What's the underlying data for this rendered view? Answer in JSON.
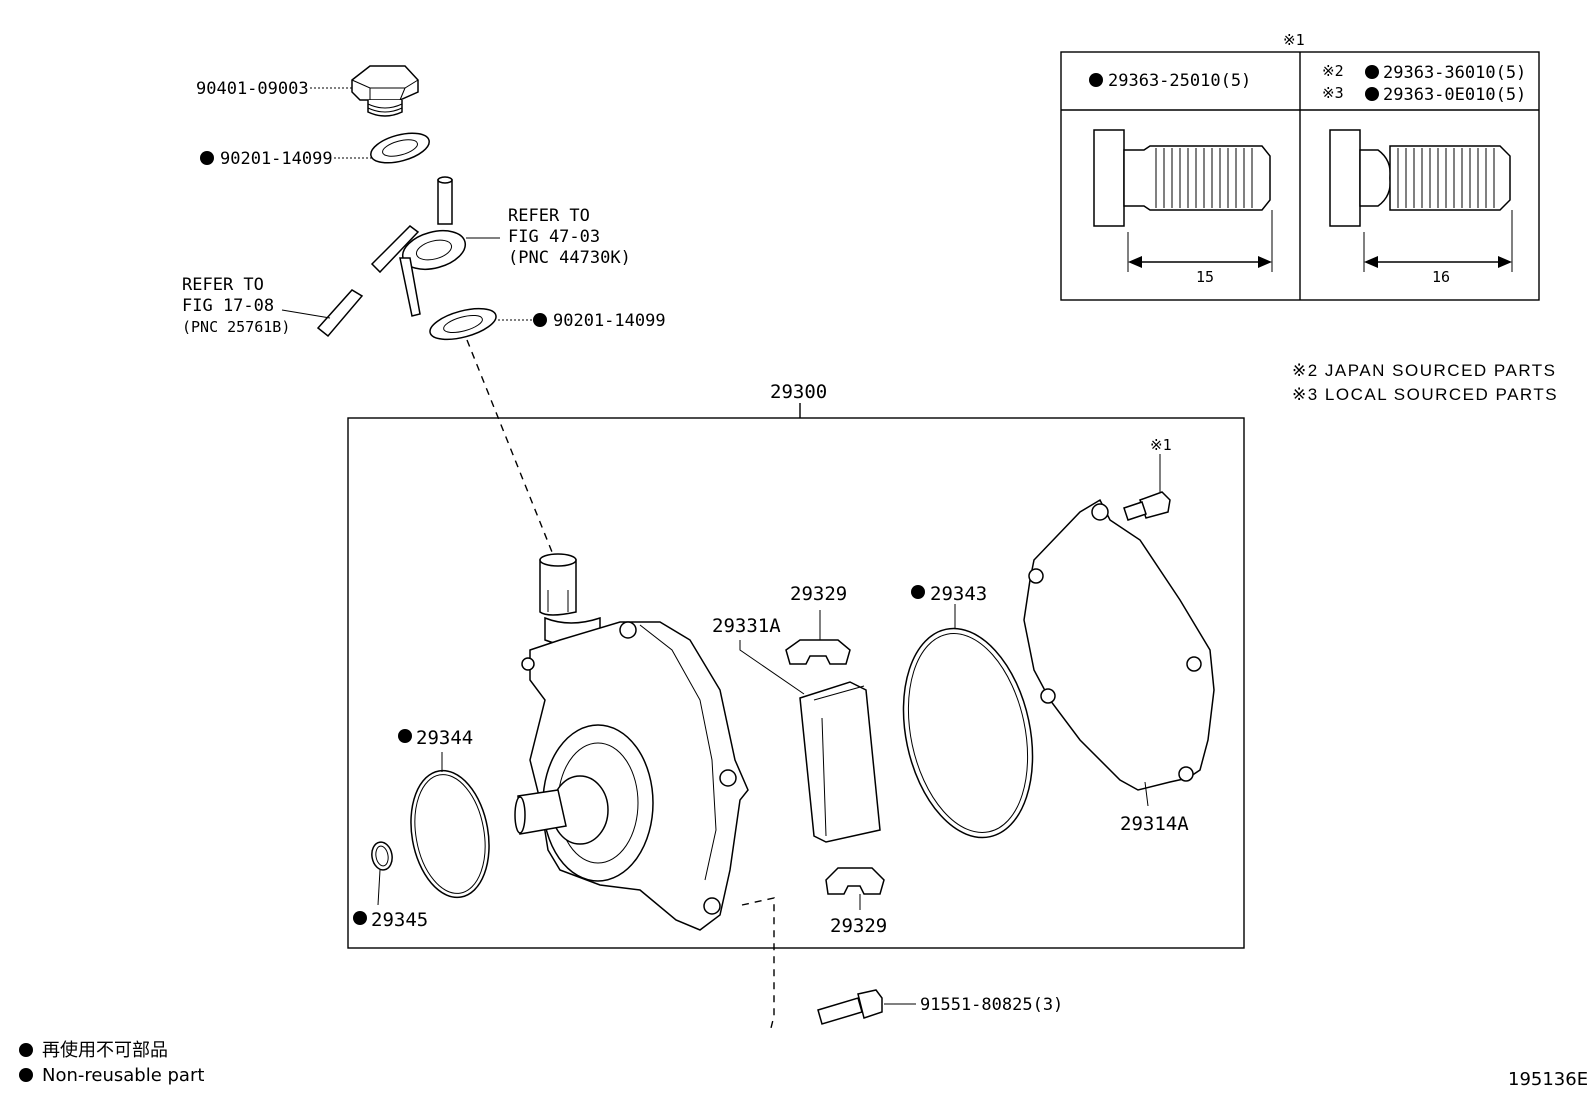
{
  "diagram_id": "195136E",
  "assembly": {
    "number": "29300"
  },
  "top_parts": {
    "plug": "90401-09003",
    "gasket_upper": "90201-14099",
    "gasket_lower": "90201-14099"
  },
  "refs": {
    "union_ref": {
      "line1": "REFER TO",
      "line2": "FIG 47-03",
      "line3": "(PNC 44730K)"
    },
    "hose_ref": {
      "line1": "REFER TO",
      "line2": "FIG 17-08",
      "line3": "(PNC 25761B)"
    }
  },
  "inner_parts": {
    "vane_upper": "29329",
    "vane_lower": "29329",
    "rotor": "29331A",
    "oring_large": "29343",
    "oring_small": "29344",
    "oring_tiny": "29345",
    "cover": "29314A",
    "cover_bolt_mark": "※1"
  },
  "outer_bolt": "91551-80825(3)",
  "stud_table": {
    "mark": "※1",
    "col1": {
      "part": "29363-25010(5)",
      "dim": "15"
    },
    "col2": {
      "mark_a": "※2",
      "part_a": "29363-36010(5)",
      "mark_b": "※3",
      "part_b": "29363-0E010(5)",
      "dim": "16"
    }
  },
  "notes": {
    "note2": "※2 JAPAN SOURCED PARTS",
    "note3": "※3 LOCAL SOURCED PARTS"
  },
  "legend": {
    "line1": "再使用不可部品",
    "line2": "Non-reusable part"
  }
}
